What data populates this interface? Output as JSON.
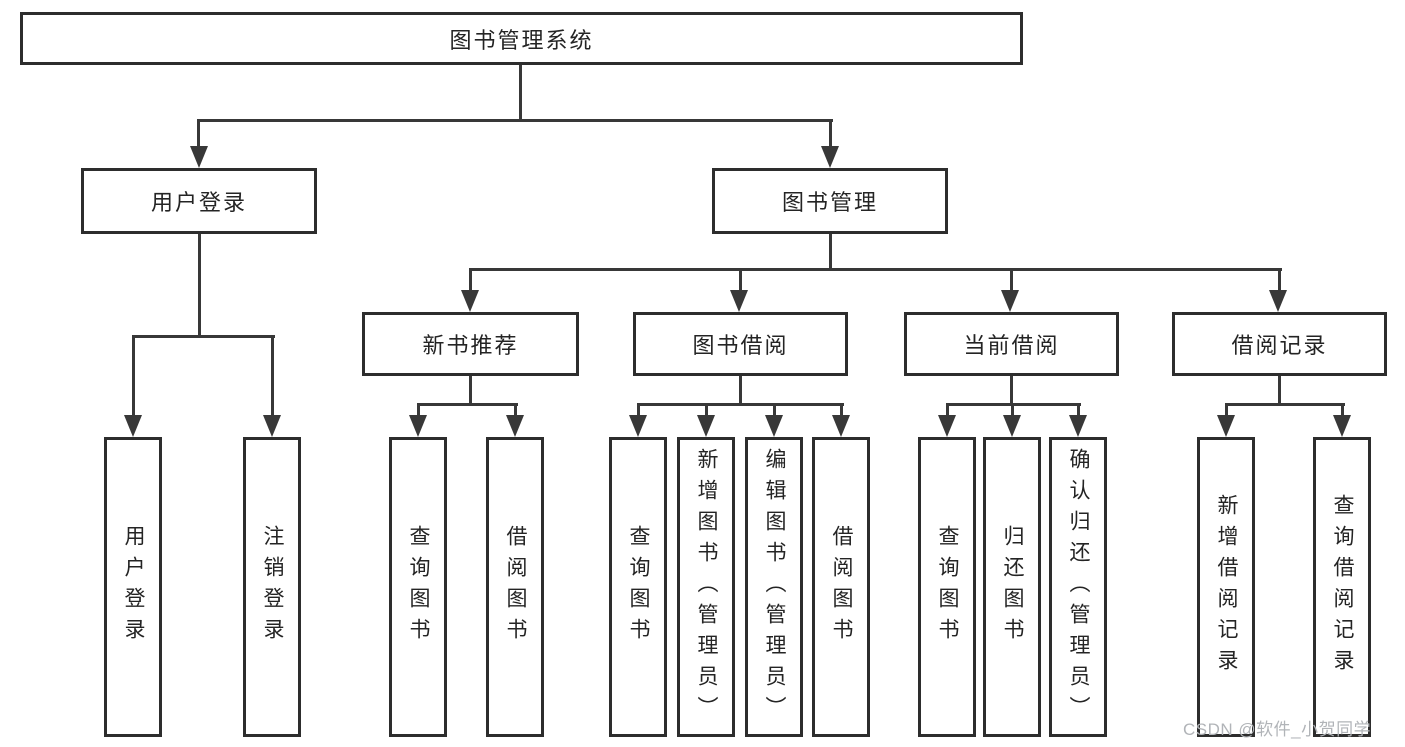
{
  "nodes": {
    "root": "图书管理系统",
    "l2": [
      "用户登录",
      "图书管理"
    ],
    "l3": [
      "新书推荐",
      "图书借阅",
      "当前借阅",
      "借阅记录"
    ],
    "leaves": {
      "user_login": [
        "用户登录",
        "注销登录"
      ],
      "new_book_recommend": [
        "查询图书",
        "借阅图书"
      ],
      "book_borrow": [
        "查询图书",
        "新增图书（管理员）",
        "编辑图书（管理员）",
        "借阅图书"
      ],
      "current_borrow": [
        "查询图书",
        "归还图书",
        "确认归还（管理员）"
      ],
      "borrow_record": [
        "新增借阅记录",
        "查询借阅记录"
      ]
    }
  },
  "watermark": "CSDN @软件_小贺同学",
  "colors": {
    "line": "#383838",
    "box_border": "#2d2d2d",
    "text": "#242424",
    "background": "#ffffff",
    "watermark": "#b1b4b8"
  }
}
